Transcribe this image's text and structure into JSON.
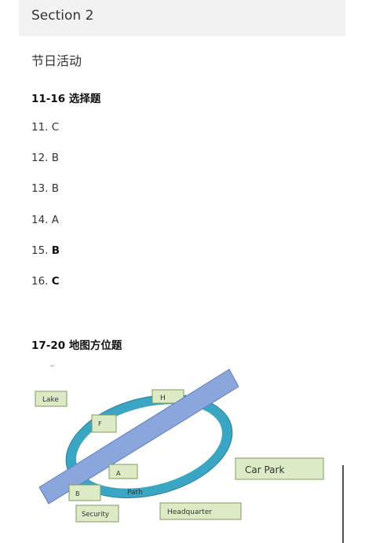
{
  "section": {
    "title": "Section 2"
  },
  "topic": "节日活动",
  "part1": {
    "heading": "11-16 选择题",
    "answers": [
      {
        "num": "11.",
        "letter": "C"
      },
      {
        "num": "12.",
        "letter": "B"
      },
      {
        "num": "13.",
        "letter": "B"
      },
      {
        "num": "14.",
        "letter": "A"
      },
      {
        "num": "15.",
        "letter": "B"
      },
      {
        "num": "16.",
        "letter": "C"
      }
    ]
  },
  "part2": {
    "heading": "17-20 地图方位题"
  },
  "map": {
    "labels": {
      "lake": "Lake",
      "h": "H",
      "f": "F",
      "a": "A",
      "b": "B",
      "path": "Path",
      "car_park": "Car Park",
      "security": "Security",
      "headquarter": "Headquarter",
      "return_mark": "↵"
    },
    "colors": {
      "ring": "#3aa6c4",
      "ring_stroke": "#2a7f99",
      "path_band": "#8aa6dc",
      "path_stroke": "#5f7fbf",
      "box_fill": "#dcebc6",
      "box_stroke": "#7f9a5e"
    }
  }
}
